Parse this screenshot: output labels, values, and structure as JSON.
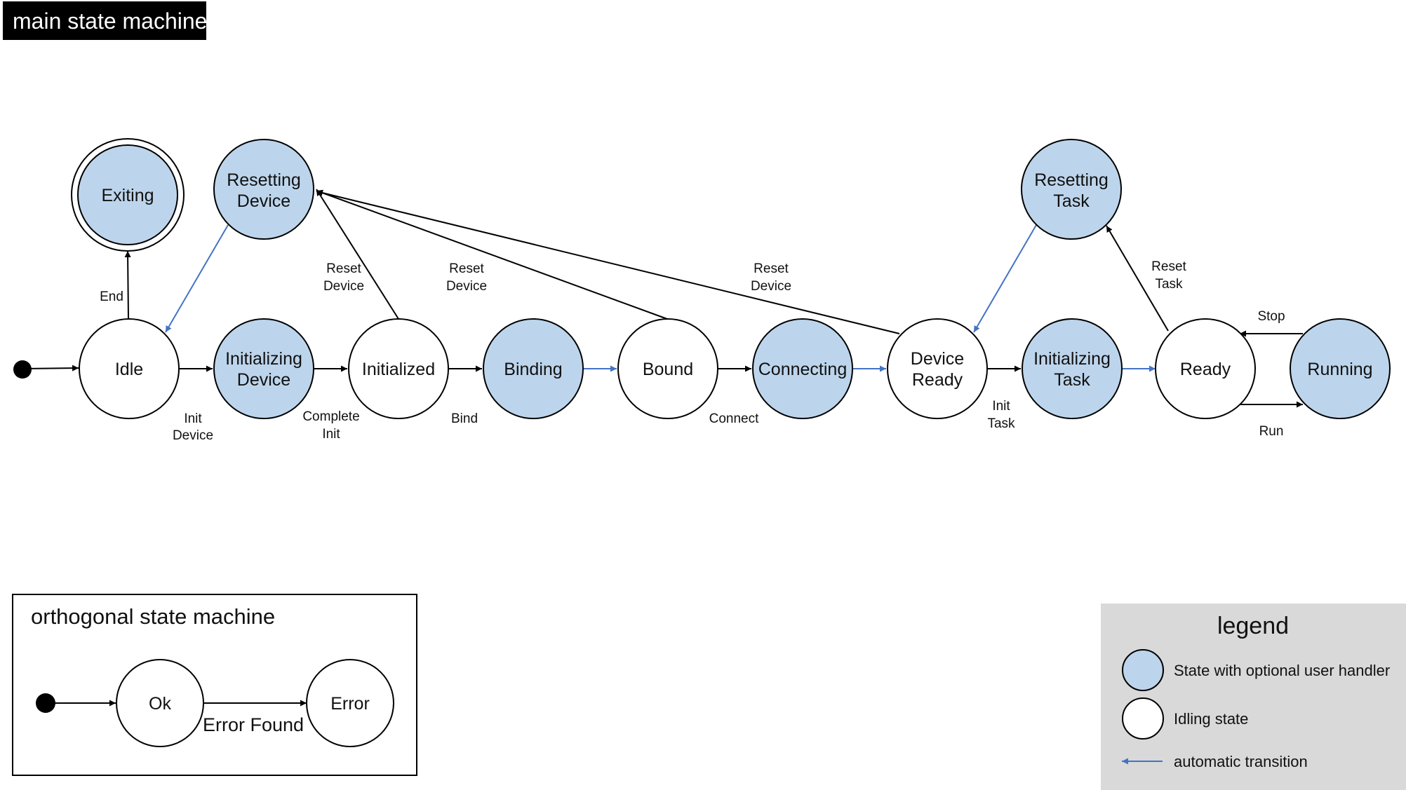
{
  "title": "main state machine",
  "colors": {
    "handler_fill": "#bdd5ec",
    "idle_fill": "#ffffff",
    "stroke": "#000000",
    "auto_transition": "#4472c4",
    "legend_bg": "#d9d9d9"
  },
  "states": {
    "exiting": {
      "label": [
        "Exiting"
      ],
      "kind": "final-handler"
    },
    "resetting_device": {
      "label": [
        "Resetting",
        "Device"
      ],
      "kind": "handler"
    },
    "idle": {
      "label": [
        "Idle"
      ],
      "kind": "idle"
    },
    "initializing_device": {
      "label": [
        "Initializing",
        "Device"
      ],
      "kind": "handler"
    },
    "initialized": {
      "label": [
        "Initialized"
      ],
      "kind": "idle"
    },
    "binding": {
      "label": [
        "Binding"
      ],
      "kind": "handler"
    },
    "bound": {
      "label": [
        "Bound"
      ],
      "kind": "idle"
    },
    "connecting": {
      "label": [
        "Connecting"
      ],
      "kind": "handler"
    },
    "device_ready": {
      "label": [
        "Device",
        "Ready"
      ],
      "kind": "idle"
    },
    "initializing_task": {
      "label": [
        "Initializing",
        "Task"
      ],
      "kind": "handler"
    },
    "resetting_task": {
      "label": [
        "Resetting",
        "Task"
      ],
      "kind": "handler"
    },
    "ready": {
      "label": [
        "Ready"
      ],
      "kind": "idle"
    },
    "running": {
      "label": [
        "Running"
      ],
      "kind": "handler"
    }
  },
  "transitions": {
    "end": [
      "End"
    ],
    "init_device": [
      "Init",
      "Device"
    ],
    "complete_init": [
      "Complete",
      "Init"
    ],
    "bind": [
      "Bind"
    ],
    "connect": [
      "Connect"
    ],
    "init_task": [
      "Init",
      "Task"
    ],
    "reset_device_1": [
      "Reset",
      "Device"
    ],
    "reset_device_2": [
      "Reset",
      "Device"
    ],
    "reset_device_3": [
      "Reset",
      "Device"
    ],
    "reset_task": [
      "Reset",
      "Task"
    ],
    "stop": [
      "Stop"
    ],
    "run": [
      "Run"
    ]
  },
  "orthogonal": {
    "title": "orthogonal state machine",
    "ok": "Ok",
    "error": "Error",
    "error_found": "Error Found"
  },
  "legend": {
    "title": "legend",
    "handler": "State with optional user handler",
    "idle": "Idling state",
    "auto": "automatic transition"
  }
}
